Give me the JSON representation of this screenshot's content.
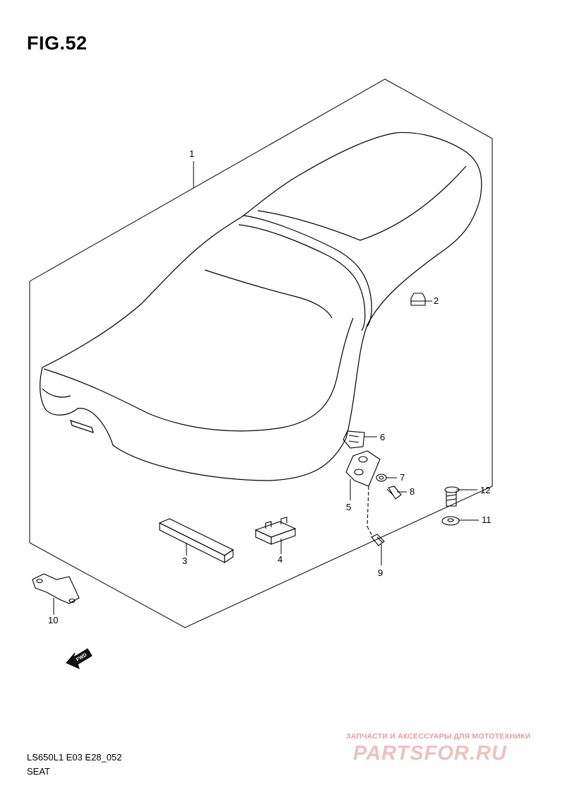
{
  "figure": {
    "title": "FIG.52"
  },
  "callouts": [
    {
      "id": "1",
      "label": "1"
    },
    {
      "id": "2",
      "label": "2"
    },
    {
      "id": "3",
      "label": "3"
    },
    {
      "id": "4",
      "label": "4"
    },
    {
      "id": "5",
      "label": "5"
    },
    {
      "id": "6",
      "label": "6"
    },
    {
      "id": "7",
      "label": "7"
    },
    {
      "id": "8",
      "label": "8"
    },
    {
      "id": "9",
      "label": "9"
    },
    {
      "id": "10",
      "label": "10"
    },
    {
      "id": "11",
      "label": "11"
    },
    {
      "id": "12",
      "label": "12"
    }
  ],
  "direction_arrow": {
    "label": "FWD"
  },
  "footer": {
    "model_code": "LS650L1 E03 E28_052",
    "section": "SEAT"
  },
  "watermark": {
    "tagline": "ЗАПЧАСТИ И АКСЕССУАРЫ ДЛЯ МОТОТЕХНИКИ",
    "logo": "PARTSFOR.RU"
  }
}
